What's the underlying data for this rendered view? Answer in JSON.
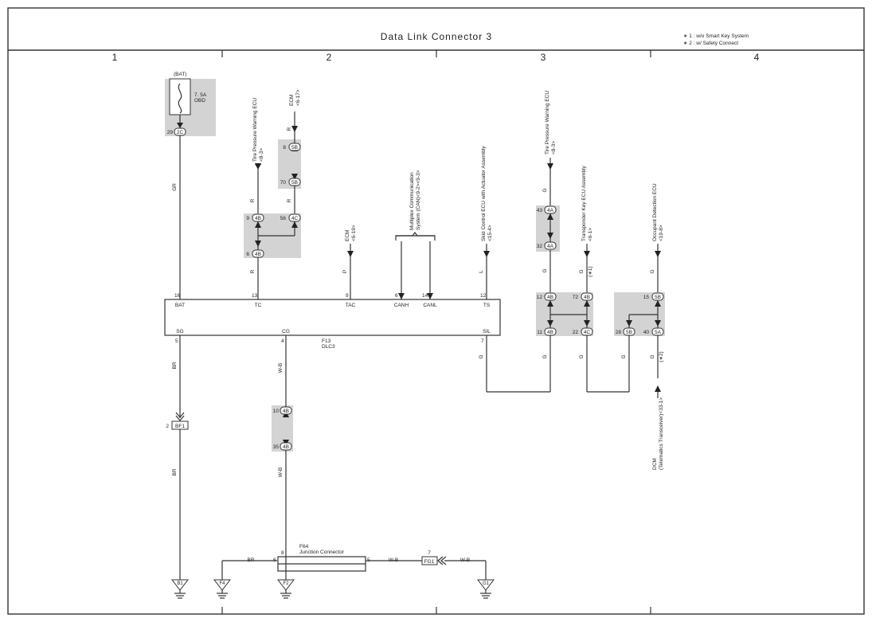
{
  "title": "Data Link Connector 3",
  "notes": [
    "∗ 1 : w/o Smart Key System",
    "∗ 2 : w/ Safety Connect"
  ],
  "zones": [
    "1",
    "2",
    "3",
    "4"
  ],
  "fuse": {
    "source": "(BAT)",
    "rating": "7. 5A",
    "name": "OBD",
    "pin": "29",
    "connector": "2C"
  },
  "components": {
    "tpw_left": {
      "name": "Tire Pressure Warning ECU",
      "ref": "<8-3>"
    },
    "ecm_top": {
      "name": "ECM",
      "ref": "<6-17>"
    },
    "ecm_mid": {
      "name": "ECM",
      "ref": "<6-19>"
    },
    "multiplex": {
      "name1": "Multiplex Communication",
      "name2": "System (CAN)<9-2><9-3>"
    },
    "skid": {
      "name": "Skid Control ECU with Actuator Assembly",
      "ref": "<15-4>"
    },
    "tpw_right": {
      "name": "Tire Pressure Warning ECU",
      "ref": "<8-3>"
    },
    "transponder": {
      "name": "Transponder Key ECU Assembly",
      "ref": "<6-1>"
    },
    "occupant": {
      "name": "Occupant Detection ECU",
      "ref": "<19-8>"
    },
    "dcm": {
      "name1": "DCM",
      "name2": "(Telematics Transceiver)<33-1>"
    }
  },
  "connectors": {
    "c8_5B": {
      "pin": "8",
      "id": "5B"
    },
    "c70_5B": {
      "pin": "70",
      "id": "5B"
    },
    "c9_4B": {
      "pin": "9",
      "id": "4B"
    },
    "c56_4C": {
      "pin": "56",
      "id": "4C"
    },
    "c6_4B": {
      "pin": "6",
      "id": "4B"
    },
    "c43_4A": {
      "pin": "43",
      "id": "4A"
    },
    "c32_4A": {
      "pin": "32",
      "id": "4A"
    },
    "c12_4B": {
      "pin": "12",
      "id": "4B"
    },
    "c72_4B": {
      "pin": "72",
      "id": "4B"
    },
    "c11_4B": {
      "pin": "11",
      "id": "4B"
    },
    "c22_4C": {
      "pin": "22",
      "id": "4C"
    },
    "c15_5B": {
      "pin": "15",
      "id": "5B"
    },
    "c28_5B": {
      "pin": "28",
      "id": "5B"
    },
    "c40_5A": {
      "pin": "40",
      "id": "5A"
    },
    "c10_4B": {
      "pin": "10",
      "id": "4B"
    },
    "c35_4B": {
      "pin": "35",
      "id": "4B"
    }
  },
  "wire_colors": {
    "gr": "GR",
    "r1": "R",
    "r2": "R",
    "r3": "R",
    "r4": "R",
    "p": "P",
    "l": "L",
    "g1": "G",
    "g2": "G",
    "g3": "G",
    "g4": "G",
    "g5": "G",
    "g6": "G",
    "g7": "G",
    "g8": "G",
    "g9": "G",
    "br1": "BR",
    "br2": "BR",
    "br3": "BR",
    "wb1": "W-B",
    "wb2": "W-B",
    "wb3": "W-B",
    "wb4": "W-B",
    "s1": "(∗1)",
    "s2": "(∗2)"
  },
  "dlc": {
    "name": "F13",
    "sub": "DLC3",
    "top_pins": [
      {
        "pin": "16",
        "label": "BAT"
      },
      {
        "pin": "13",
        "label": "TC"
      },
      {
        "pin": "9",
        "label": "TAC"
      },
      {
        "pin": "6",
        "label": "CANH"
      },
      {
        "pin": "14",
        "label": "CANL"
      },
      {
        "pin": "12",
        "label": "TS"
      }
    ],
    "bottom_pins": [
      {
        "pin": "5",
        "label": "SG"
      },
      {
        "pin": "4",
        "label": "CG"
      },
      {
        "pin": "7",
        "label": "SIL"
      }
    ]
  },
  "junction": {
    "name": "F64",
    "sub": "Junction Connector",
    "pin_left": "6",
    "pin_top": "8",
    "pin_right": "5"
  },
  "bf1": {
    "pin": "2",
    "id": "BF1"
  },
  "fg1": {
    "pin": "7",
    "id": "FG1"
  },
  "grounds": [
    "B1",
    "F4",
    "F2",
    "G1"
  ]
}
